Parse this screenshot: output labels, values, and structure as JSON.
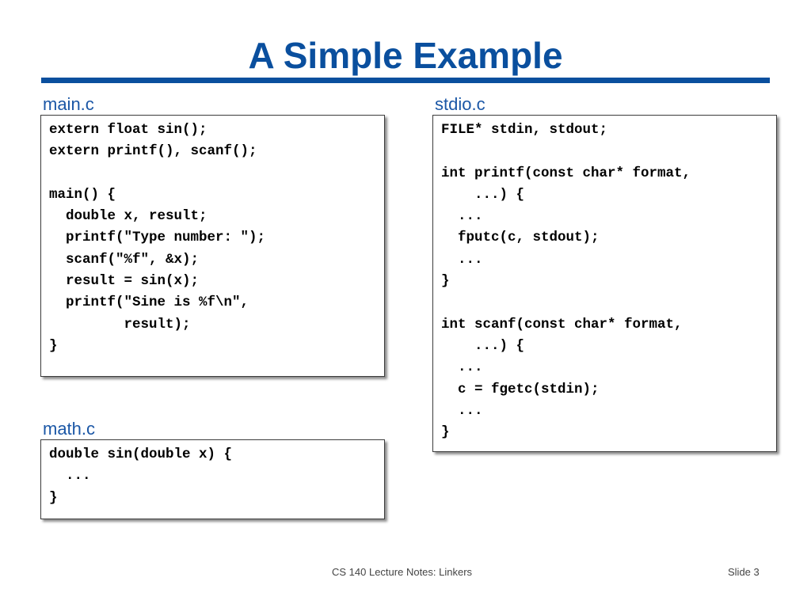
{
  "slide": {
    "title": "A Simple Example",
    "footer_center": "CS 140 Lecture Notes: Linkers",
    "footer_right": "Slide 3"
  },
  "files": {
    "main": {
      "label": "main.c",
      "code": "extern float sin();\nextern printf(), scanf();\n\nmain() {\n  double x, result;\n  printf(\"Type number: \");\n  scanf(\"%f\", &x);\n  result = sin(x);\n  printf(\"Sine is %f\\n\",\n         result);\n}"
    },
    "math": {
      "label": "math.c",
      "code": "double sin(double x) {\n  ...\n}"
    },
    "stdio": {
      "label": "stdio.c",
      "code": "FILE* stdin, stdout;\n\nint printf(const char* format,\n    ...) {\n  ...\n  fputc(c, stdout);\n  ...\n}\n\nint scanf(const char* format,\n    ...) {\n  ...\n  c = fgetc(stdin);\n  ...\n}"
    }
  },
  "colors": {
    "title": "#0a4f9e",
    "label": "#1b57a6",
    "code_text": "#000000"
  }
}
